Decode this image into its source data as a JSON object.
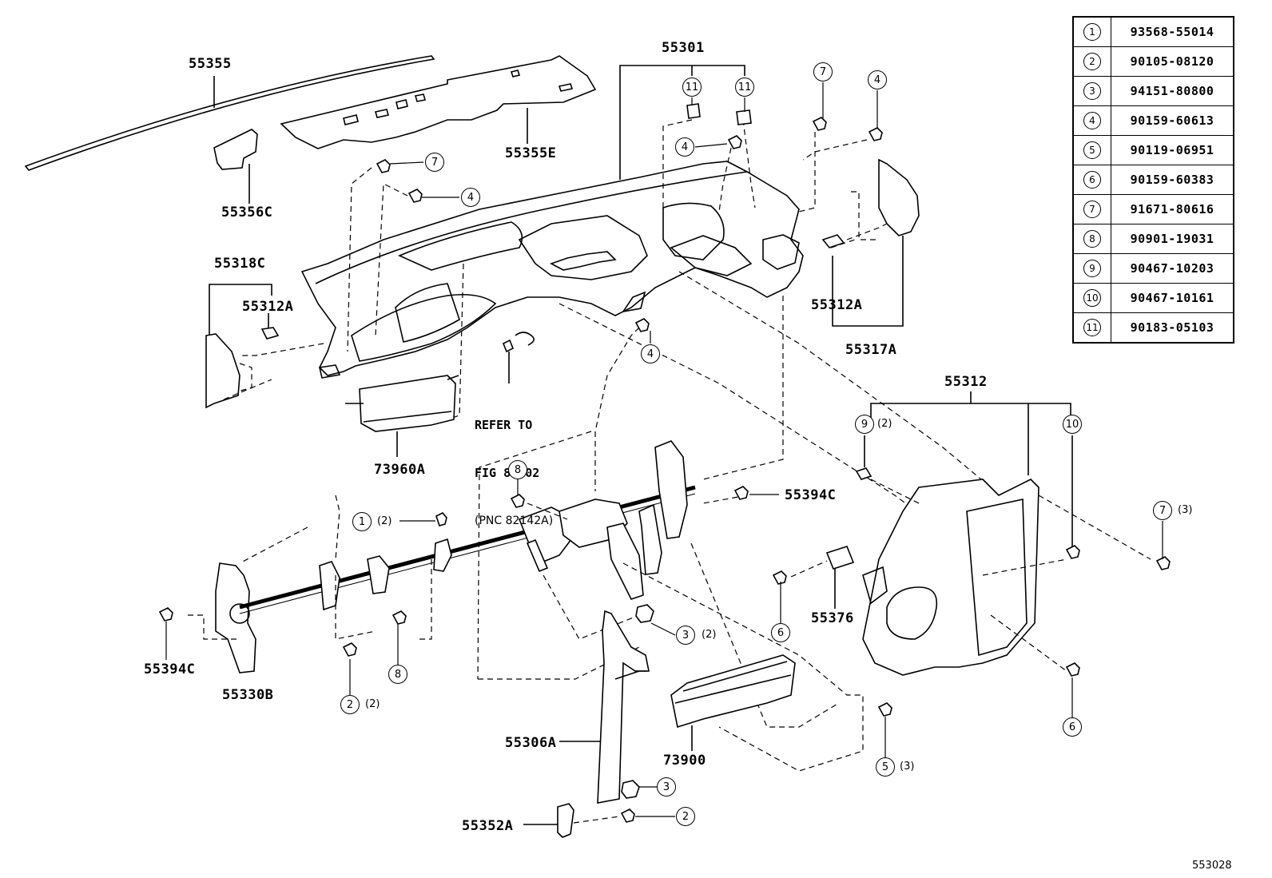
{
  "part_labels": {
    "p55355": "55355",
    "p55355E": "55355E",
    "p55356C": "55356C",
    "p55301": "55301",
    "p55318C": "55318C",
    "p55312A_left": "55312A",
    "p55312A_right": "55312A",
    "p55317A": "55317A",
    "p73960A": "73960A",
    "p55312": "55312",
    "p55394C_right": "55394C",
    "p55394C_left": "55394C",
    "p55330B": "55330B",
    "p55376": "55376",
    "p55306A": "55306A",
    "p73900": "73900",
    "p55352A": "55352A"
  },
  "refer_note": {
    "line1": "REFER TO",
    "line2": "FIG 82-02",
    "line3": "(PNC 82142A)"
  },
  "callouts": {
    "c11a": "11",
    "c11b": "11",
    "c7a": "7",
    "c4a": "4",
    "c4b": "4",
    "c7b": "7",
    "c4c": "4",
    "c4d": "4",
    "c9": "9",
    "c10": "10",
    "c8a": "8",
    "c1": "1",
    "c7c": "7",
    "c6a": "6",
    "c3a": "3",
    "c6b": "6",
    "c8b": "8",
    "c2a": "2",
    "c5": "5",
    "c3b": "3",
    "c2b": "2"
  },
  "quantities": {
    "q9": "(2)",
    "q1": "(2)",
    "q7": "(3)",
    "q3": "(2)",
    "q2": "(2)",
    "q5": "(3)"
  },
  "legend": [
    {
      "key": "1",
      "part_no": "93568-55014"
    },
    {
      "key": "2",
      "part_no": "90105-08120"
    },
    {
      "key": "3",
      "part_no": "94151-80800"
    },
    {
      "key": "4",
      "part_no": "90159-60613"
    },
    {
      "key": "5",
      "part_no": "90119-06951"
    },
    {
      "key": "6",
      "part_no": "90159-60383"
    },
    {
      "key": "7",
      "part_no": "91671-80616"
    },
    {
      "key": "8",
      "part_no": "90901-19031"
    },
    {
      "key": "9",
      "part_no": "90467-10203"
    },
    {
      "key": "10",
      "part_no": "90467-10161"
    },
    {
      "key": "11",
      "part_no": "90183-05103"
    }
  ],
  "figure_id": "553028"
}
